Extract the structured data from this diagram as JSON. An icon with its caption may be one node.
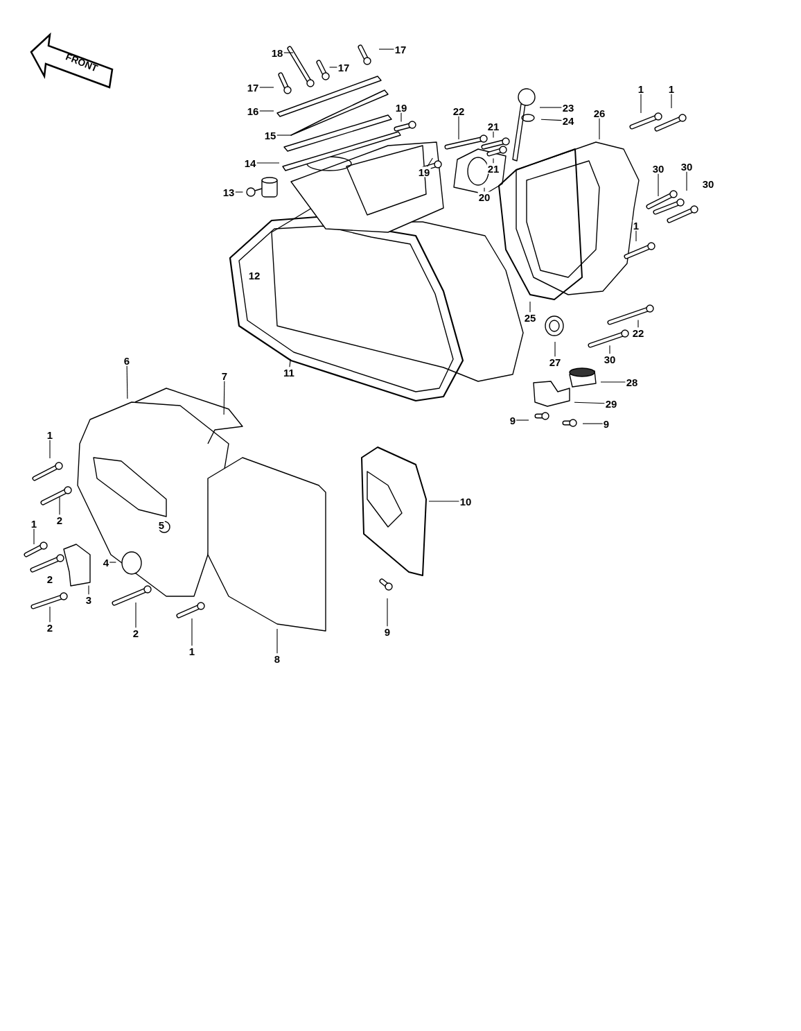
{
  "diagram": {
    "nodes": [
      {
        "text": [
          "18"
        ]
      },
      {
        "text": [
          "17"
        ]
      },
      {
        "text": [
          "17"
        ]
      },
      {
        "text": [
          "17"
        ]
      },
      {
        "text": [
          "16"
        ]
      },
      {
        "text": [
          "15"
        ]
      },
      {
        "text": [
          "19"
        ]
      },
      {
        "text": [
          "14"
        ]
      },
      {
        "text": [
          "13"
        ]
      },
      {
        "text": [
          "22"
        ]
      },
      {
        "text": [
          "23"
        ]
      },
      {
        "text": [
          "24"
        ]
      },
      {
        "text": [
          "26"
        ]
      },
      {
        "text": [
          "1"
        ]
      },
      {
        "text": [
          "1"
        ]
      },
      {
        "text": [
          "21"
        ]
      },
      {
        "text": [
          "19"
        ]
      },
      {
        "text": [
          "21"
        ]
      },
      {
        "text": [
          "20"
        ]
      },
      {
        "text": [
          "30"
        ]
      },
      {
        "text": [
          "30"
        ]
      },
      {
        "text": [
          "30"
        ]
      },
      {
        "text": [
          "12"
        ]
      },
      {
        "text": [
          "1"
        ]
      },
      {
        "text": [
          "25"
        ]
      },
      {
        "text": [
          "22"
        ]
      },
      {
        "text": [
          "27"
        ]
      },
      {
        "text": [
          "30"
        ]
      },
      {
        "text": [
          "28"
        ]
      },
      {
        "text": [
          "29"
        ]
      },
      {
        "text": [
          "9"
        ]
      },
      {
        "text": [
          "9"
        ]
      },
      {
        "text": [
          "11"
        ]
      },
      {
        "text": [
          "6"
        ]
      },
      {
        "text": [
          "7"
        ]
      },
      {
        "text": [
          "1"
        ]
      },
      {
        "text": [
          "2"
        ]
      },
      {
        "text": [
          "10"
        ]
      },
      {
        "text": [
          "5"
        ]
      },
      {
        "text": [
          "1"
        ]
      },
      {
        "text": [
          "4"
        ]
      },
      {
        "text": [
          "2"
        ]
      },
      {
        "text": [
          "3"
        ]
      },
      {
        "text": [
          "2"
        ]
      },
      {
        "text": [
          "2"
        ]
      },
      {
        "text": [
          "1"
        ]
      },
      {
        "text": [
          "9"
        ]
      },
      {
        "text": [
          "8"
        ]
      }
    ],
    "edges": [
      {
        "from": 0,
        "to": null,
        "arrow": "none"
      },
      {
        "from": 1,
        "to": null,
        "arrow": "none"
      },
      {
        "from": 2,
        "to": null,
        "arrow": "none"
      },
      {
        "from": 3,
        "to": null,
        "arrow": "none"
      },
      {
        "from": 4,
        "to": null,
        "arrow": "none"
      },
      {
        "from": 5,
        "to": null,
        "arrow": "none"
      },
      {
        "from": 6,
        "to": null,
        "arrow": "none"
      },
      {
        "from": 7,
        "to": null,
        "arrow": "none"
      },
      {
        "from": 8,
        "to": null,
        "arrow": "none"
      },
      {
        "from": 9,
        "to": null,
        "arrow": "none"
      },
      {
        "from": 10,
        "to": null,
        "arrow": "none"
      },
      {
        "from": 11,
        "to": null,
        "arrow": "none"
      },
      {
        "from": 12,
        "to": null,
        "arrow": "none"
      },
      {
        "from": 13,
        "to": null,
        "arrow": "none"
      },
      {
        "from": 14,
        "to": null,
        "arrow": "none"
      },
      {
        "from": 15,
        "to": null,
        "arrow": "none"
      },
      {
        "from": 16,
        "to": null,
        "arrow": "none"
      },
      {
        "from": 17,
        "to": null,
        "arrow": "none"
      },
      {
        "from": 18,
        "to": null,
        "arrow": "none"
      },
      {
        "from": 19,
        "to": null,
        "arrow": "none"
      },
      {
        "from": 20,
        "to": null,
        "arrow": "none"
      },
      {
        "from": 23,
        "to": null,
        "arrow": "none"
      },
      {
        "from": 24,
        "to": null,
        "arrow": "none"
      },
      {
        "from": 25,
        "to": null,
        "arrow": "none"
      },
      {
        "from": 26,
        "to": null,
        "arrow": "none"
      },
      {
        "from": 27,
        "to": null,
        "arrow": "none"
      },
      {
        "from": 28,
        "to": null,
        "arrow": "none"
      },
      {
        "from": 29,
        "to": null,
        "arrow": "none"
      },
      {
        "from": 30,
        "to": null,
        "arrow": "none"
      },
      {
        "from": 31,
        "to": null,
        "arrow": "none"
      },
      {
        "from": 32,
        "to": null,
        "arrow": "none"
      },
      {
        "from": 33,
        "to": null,
        "arrow": "none"
      },
      {
        "from": 34,
        "to": null,
        "arrow": "none"
      },
      {
        "from": 35,
        "to": null,
        "arrow": "none"
      },
      {
        "from": 36,
        "to": null,
        "arrow": "none"
      },
      {
        "from": 37,
        "to": null,
        "arrow": "none"
      },
      {
        "from": 39,
        "to": null,
        "arrow": "none"
      },
      {
        "from": 40,
        "to": null,
        "arrow": "none"
      },
      {
        "from": 42,
        "to": null,
        "arrow": "none"
      },
      {
        "from": 43,
        "to": null,
        "arrow": "none"
      },
      {
        "from": 44,
        "to": null,
        "arrow": "none"
      },
      {
        "from": 45,
        "to": null,
        "arrow": "none"
      },
      {
        "from": 46,
        "to": null,
        "arrow": "none"
      },
      {
        "from": 47,
        "to": null,
        "arrow": "none"
      }
    ],
    "labels": [
      "FRONT"
    ]
  }
}
